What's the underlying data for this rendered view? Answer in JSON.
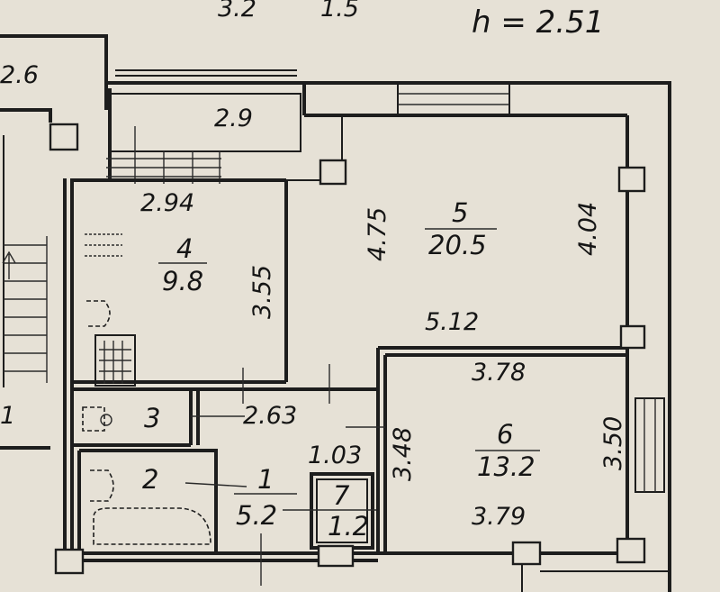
{
  "plan": {
    "ceiling_height": "h = 2.51",
    "top_clipped": [
      "3.2",
      "1.5"
    ],
    "left_clipped": [
      "2.6",
      "1"
    ],
    "balcony_width": "2.9",
    "rooms": [
      {
        "number": "1",
        "area": "5.2"
      },
      {
        "number": "2",
        "area": ""
      },
      {
        "number": "3",
        "area": ""
      },
      {
        "number": "4",
        "area": "9.8"
      },
      {
        "number": "5",
        "area": "20.5"
      },
      {
        "number": "6",
        "area": "13.2"
      },
      {
        "number": "7",
        "area": "1.2"
      }
    ],
    "dims": {
      "r4_width": "2.94",
      "r4_height": "3.55",
      "r5_height_left": "4.75",
      "r5_height_right": "4.04",
      "r5_width": "5.12",
      "r6_width_top": "3.78",
      "r6_width_bottom": "3.79",
      "r6_height_left": "3.48",
      "r6_height_right": "3.50",
      "r3_width": "2.63",
      "r7_width": "1.03"
    }
  }
}
